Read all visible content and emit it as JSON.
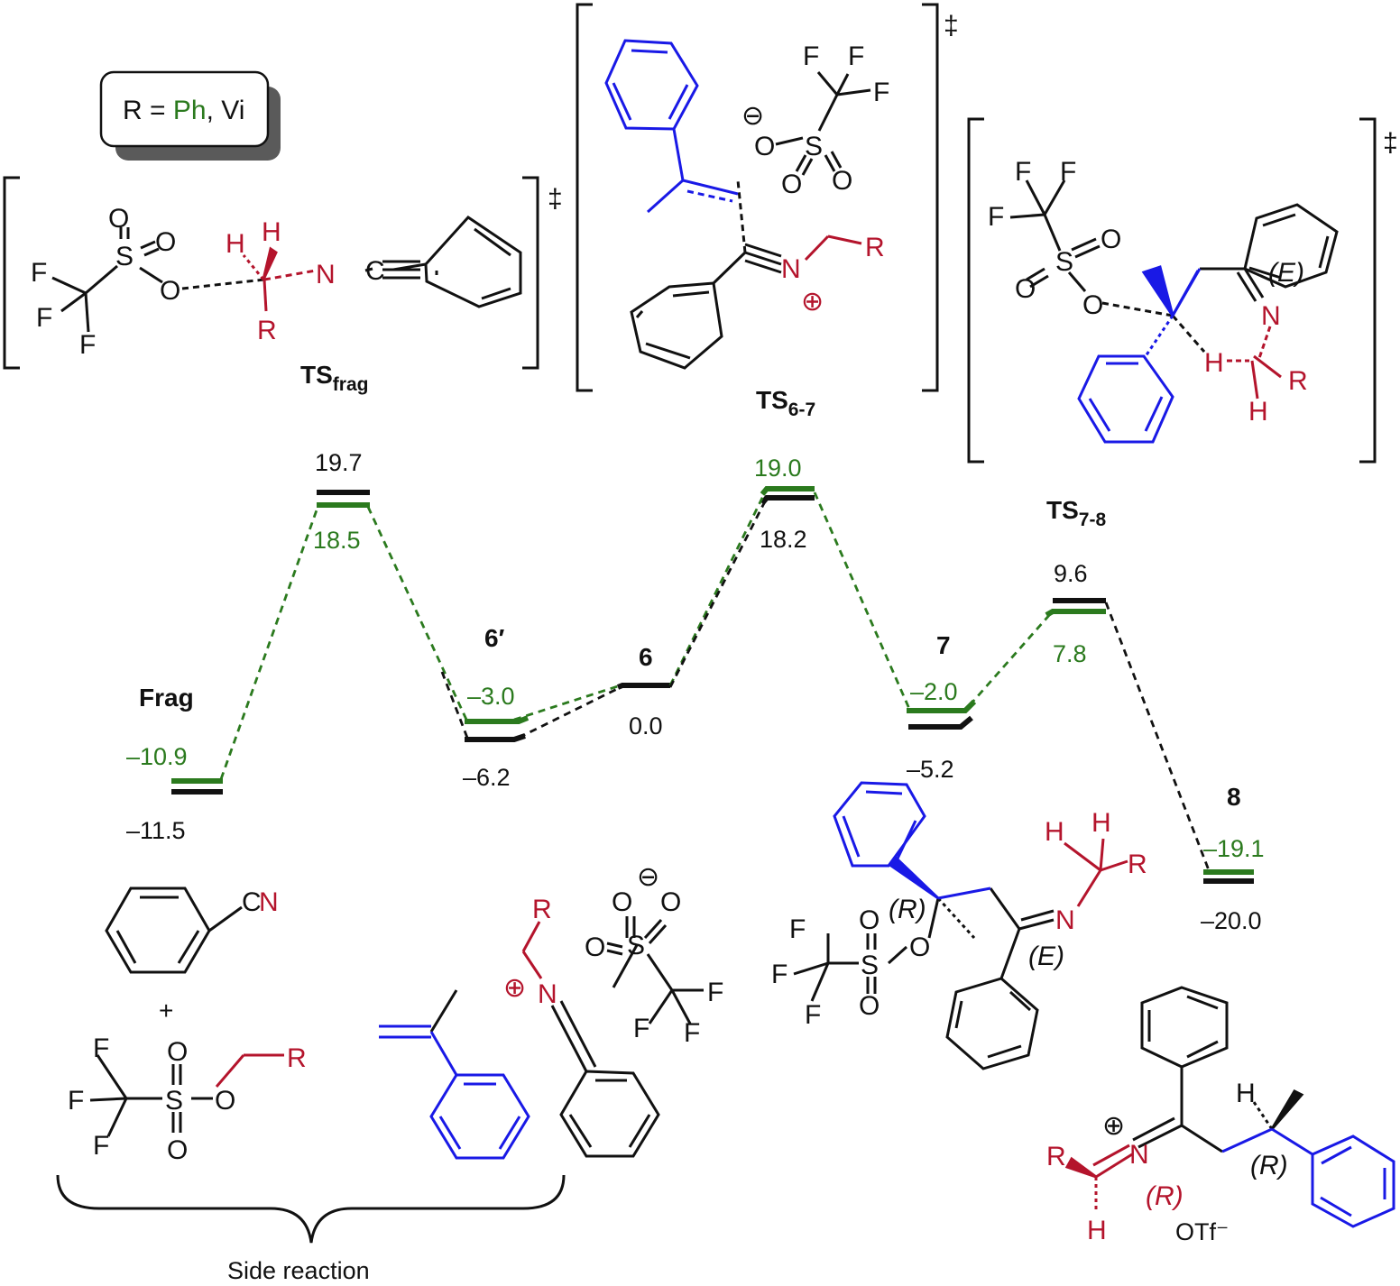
{
  "colors": {
    "black": "#111111",
    "green": "#2b7a1e",
    "red": "#b4142c",
    "blue": "#1919e6",
    "shadow": "#5a5a5a"
  },
  "legend": {
    "prefix": "R = ",
    "ph": "Ph",
    "suffix": ", Vi"
  },
  "atoms": {
    "O": "O",
    "S": "S",
    "F": "F",
    "N": "N",
    "C": "C",
    "H": "H",
    "R": "R",
    "CN": "CN",
    "plus_sign": "+",
    "dagger": "‡",
    "minus_charge": "⊖",
    "plus_charge": "⊕"
  },
  "stereo": {
    "E": "(E)",
    "R": "(R)"
  },
  "species": {
    "ts_frag": {
      "main": "TS",
      "sub": "frag"
    },
    "ts_67": {
      "main": "TS",
      "sub": "6-7"
    },
    "ts_78": {
      "main": "TS",
      "sub": "7-8"
    },
    "frag": "Frag",
    "s6p": "6′",
    "s6": "6",
    "s7": "7",
    "s8": "8",
    "otf": "OTf⁻",
    "side_reaction": "Side reaction"
  },
  "energies": {
    "frag_black": "–11.5",
    "frag_green": "–10.9",
    "tsfrag_black": "19.7",
    "tsfrag_green": "18.5",
    "s6p_black": "–6.2",
    "s6p_green": "–3.0",
    "s6_black": "0.0",
    "ts67_black": "18.2",
    "ts67_green": "19.0",
    "s7_black": "–5.2",
    "s7_green": "–2.0",
    "ts78_black": "9.6",
    "ts78_green": "7.8",
    "s8_black": "–20.0",
    "s8_green": "–19.1"
  }
}
